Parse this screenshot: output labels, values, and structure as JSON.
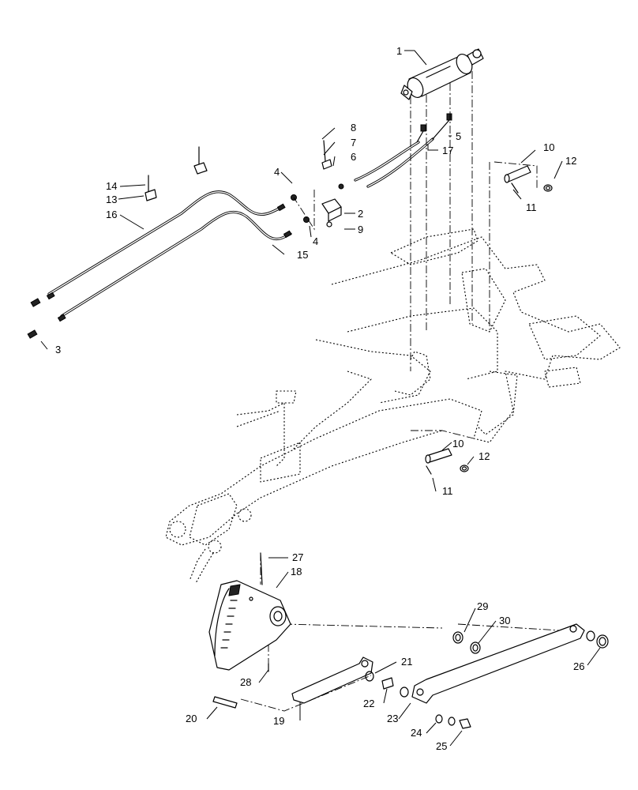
{
  "callouts": [
    {
      "id": "c1",
      "label": "1"
    },
    {
      "id": "c2",
      "label": "2"
    },
    {
      "id": "c3",
      "label": "3"
    },
    {
      "id": "c4a",
      "label": "4"
    },
    {
      "id": "c4b",
      "label": "4"
    },
    {
      "id": "c5",
      "label": "5"
    },
    {
      "id": "c6",
      "label": "6"
    },
    {
      "id": "c7",
      "label": "7"
    },
    {
      "id": "c8",
      "label": "8"
    },
    {
      "id": "c9",
      "label": "9"
    },
    {
      "id": "c10a",
      "label": "10"
    },
    {
      "id": "c10b",
      "label": "10"
    },
    {
      "id": "c11a",
      "label": "11"
    },
    {
      "id": "c11b",
      "label": "11"
    },
    {
      "id": "c12a",
      "label": "12"
    },
    {
      "id": "c12b",
      "label": "12"
    },
    {
      "id": "c13",
      "label": "13"
    },
    {
      "id": "c14",
      "label": "14"
    },
    {
      "id": "c15",
      "label": "15"
    },
    {
      "id": "c16",
      "label": "16"
    },
    {
      "id": "c17",
      "label": "17"
    },
    {
      "id": "c18",
      "label": "18"
    },
    {
      "id": "c19",
      "label": "19"
    },
    {
      "id": "c20",
      "label": "20"
    },
    {
      "id": "c21",
      "label": "21"
    },
    {
      "id": "c22",
      "label": "22"
    },
    {
      "id": "c23",
      "label": "23"
    },
    {
      "id": "c24",
      "label": "24"
    },
    {
      "id": "c25",
      "label": "25"
    },
    {
      "id": "c26",
      "label": "26"
    },
    {
      "id": "c27",
      "label": "27"
    },
    {
      "id": "c28",
      "label": "28"
    },
    {
      "id": "c29",
      "label": "29"
    },
    {
      "id": "c30",
      "label": "30"
    }
  ],
  "colors": {
    "line": "#000000",
    "background": "#ffffff"
  }
}
